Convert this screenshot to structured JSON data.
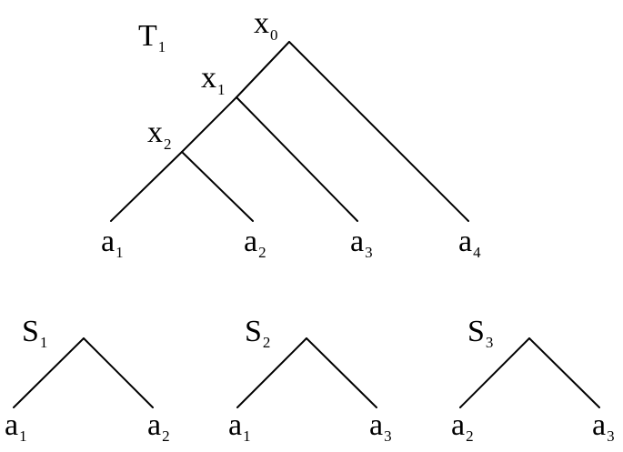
{
  "diagram": {
    "tree_T1": {
      "title": {
        "main": "T",
        "sub": "1"
      },
      "internal_nodes": [
        {
          "main": "x",
          "sub": "0"
        },
        {
          "main": "x",
          "sub": "1"
        },
        {
          "main": "x",
          "sub": "2"
        }
      ],
      "leaves": [
        {
          "main": "a",
          "sub": "1"
        },
        {
          "main": "a",
          "sub": "2"
        },
        {
          "main": "a",
          "sub": "3"
        },
        {
          "main": "a",
          "sub": "4"
        }
      ]
    },
    "subtrees": [
      {
        "title": {
          "main": "S",
          "sub": "1"
        },
        "leaves": [
          {
            "main": "a",
            "sub": "1"
          },
          {
            "main": "a",
            "sub": "2"
          }
        ]
      },
      {
        "title": {
          "main": "S",
          "sub": "2"
        },
        "leaves": [
          {
            "main": "a",
            "sub": "1"
          },
          {
            "main": "a",
            "sub": "3"
          }
        ]
      },
      {
        "title": {
          "main": "S",
          "sub": "3"
        },
        "leaves": [
          {
            "main": "a",
            "sub": "2"
          },
          {
            "main": "a",
            "sub": "3"
          }
        ]
      }
    ]
  }
}
